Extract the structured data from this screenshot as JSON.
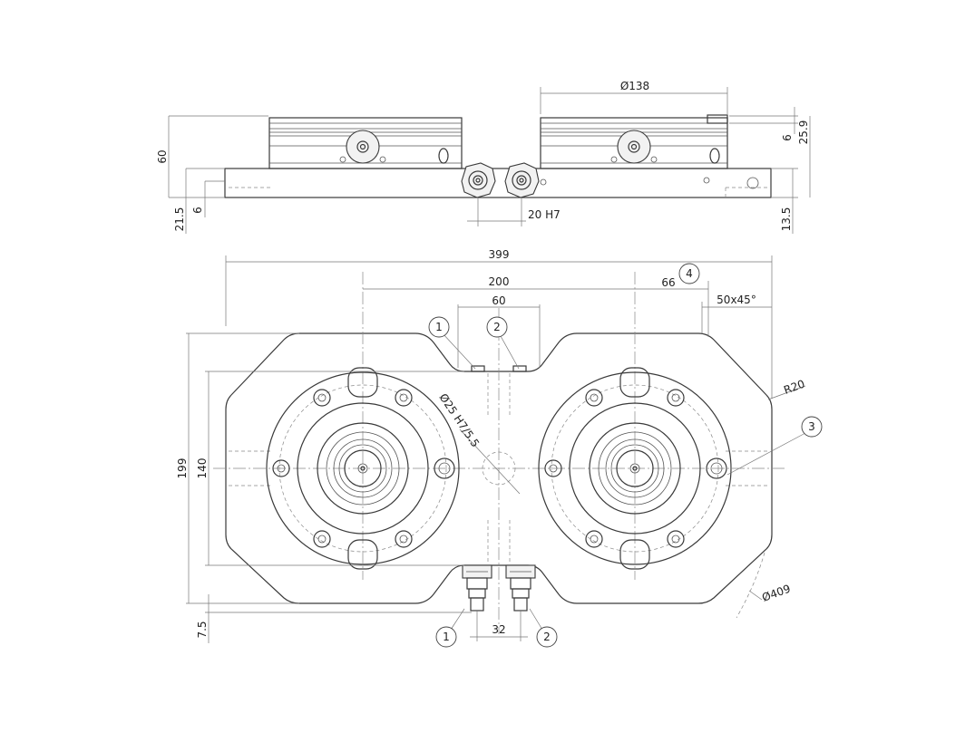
{
  "side_view": {
    "dim_diameter": "Ø138",
    "dim_height_total": "60",
    "dim_base_height": "21.5",
    "dim_base_offset": "6",
    "dim_slot": "20 H7",
    "dim_top_step": "6",
    "dim_right_height": "25.9",
    "dim_right_base": "13.5"
  },
  "top_view": {
    "dim_length": "399",
    "dim_pitch": "200",
    "dim_center": "60",
    "dim_edge": "66",
    "dim_chamfer": "50x45°",
    "dim_radius": "R20",
    "dim_bore": "Ø25 H7/5.5",
    "dim_width": "199",
    "dim_inner": "140",
    "dim_bottom_offset": "7.5",
    "dim_fitting_pitch": "32",
    "dim_circle": "Ø409"
  },
  "callouts": {
    "c1_top": "1",
    "c2_top": "2",
    "c4": "4",
    "c3": "3",
    "c1_bottom": "1",
    "c2_bottom": "2"
  }
}
